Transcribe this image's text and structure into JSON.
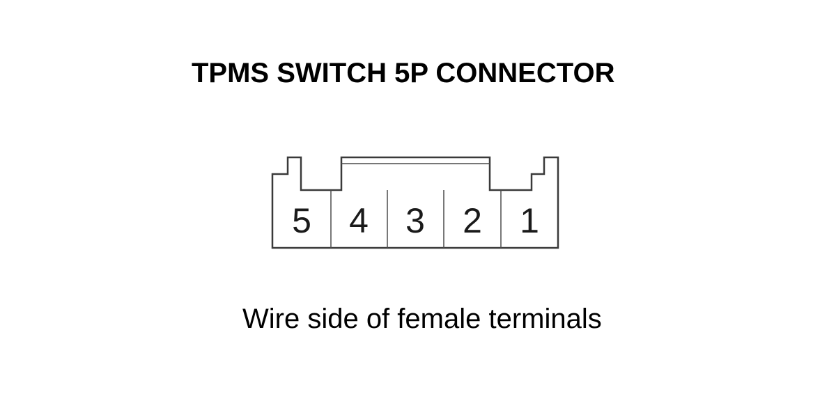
{
  "diagram": {
    "title": "TPMS SWITCH 5P CONNECTOR",
    "caption": "Wire side of female terminals",
    "terminals": [
      {
        "label": "5"
      },
      {
        "label": "4"
      },
      {
        "label": "3"
      },
      {
        "label": "2"
      },
      {
        "label": "1"
      }
    ],
    "colors": {
      "stroke": "#3a3a3a",
      "text": "#000000",
      "background": "#ffffff"
    }
  }
}
